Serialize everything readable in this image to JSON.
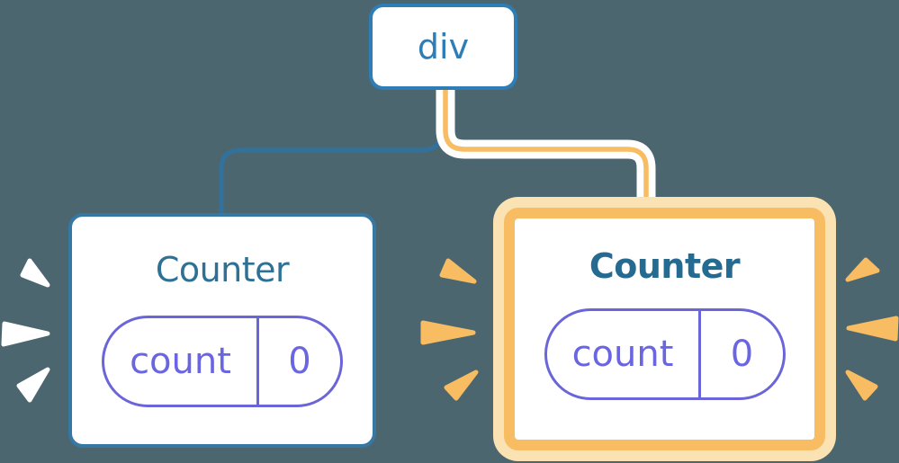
{
  "diagram": {
    "type": "react-render-tree",
    "root": {
      "label": "div"
    },
    "children": [
      {
        "title": "Counter",
        "state_key": "count",
        "state_value": "0",
        "highlighted": false,
        "burst": "white-sparks"
      },
      {
        "title": "Counter",
        "state_key": "count",
        "state_value": "0",
        "highlighted": true,
        "burst": "orange-sparks"
      }
    ]
  },
  "colors": {
    "background": "#4C6670",
    "root_node_blue": "#2F7DB6",
    "card_border_blue": "#3578A4",
    "title_blue": "#2E7195",
    "title_blue_bold": "#256A90",
    "connector_blue": "#33719D",
    "pill_border_purple": "#6A65D8",
    "pill_text_purple": "#6A66E2",
    "highlight_orange": "#F8BC63",
    "highlight_pale_orange": "#FBE2B2",
    "connector_casing": "#FFFFFF",
    "spark_white": "#FFFFFF"
  }
}
